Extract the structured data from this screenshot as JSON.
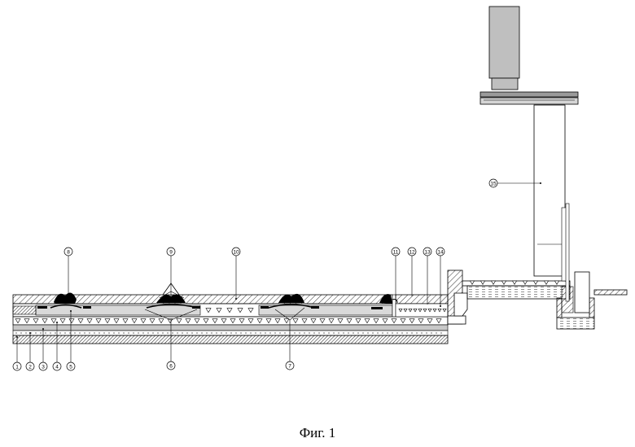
{
  "caption": "Фиг. 1",
  "labels": {
    "l1": "1",
    "l2": "2",
    "l3": "3",
    "l4": "4",
    "l5": "5",
    "l6": "6",
    "l7": "7",
    "l8": "8",
    "l9": "9",
    "l10": "10",
    "l11": "11",
    "l12": "12",
    "l13": "13",
    "l14": "14",
    "l15": "15"
  }
}
